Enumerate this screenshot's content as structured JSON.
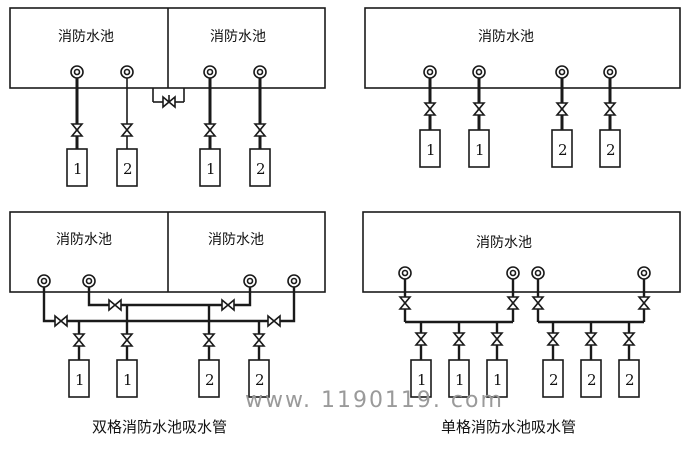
{
  "pool_label": "消防水池",
  "pump_labels": [
    "1",
    "2"
  ],
  "captions": {
    "double": "双格消防水池吸水管",
    "single": "单格消防水池吸水管"
  },
  "watermark": "www. 1190119. com",
  "colors": {
    "line": "#1a1a1a",
    "background": "#ffffff",
    "watermark": "#9a9a9a"
  }
}
